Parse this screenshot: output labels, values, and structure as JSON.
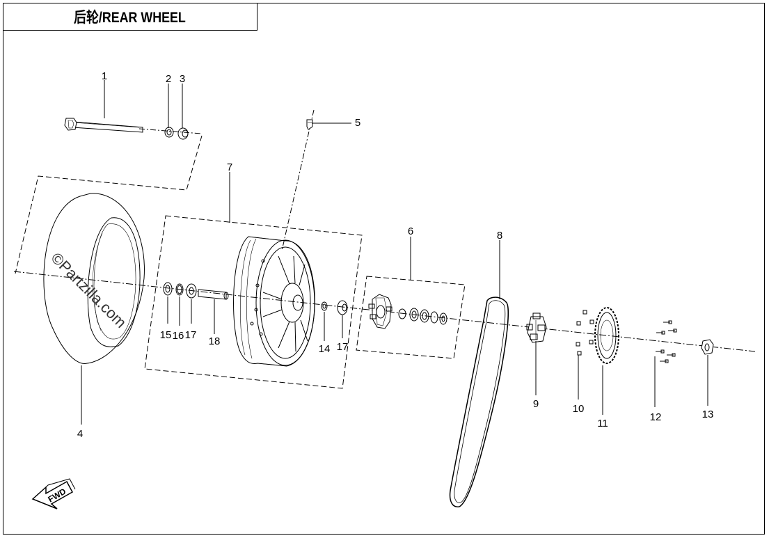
{
  "title": "后轮/REAR WHEEL",
  "watermark": "©Partzilla.com",
  "fwd_label": "FWD",
  "callouts": {
    "c1": "1",
    "c2": "2",
    "c3": "3",
    "c4": "4",
    "c5": "5",
    "c6": "6",
    "c7": "7",
    "c8": "8",
    "c9": "9",
    "c10": "10",
    "c11": "11",
    "c12": "12",
    "c13": "13",
    "c14": "14",
    "c15": "15",
    "c16": "16",
    "c17a": "17",
    "c17b": "17",
    "c18": "18"
  }
}
